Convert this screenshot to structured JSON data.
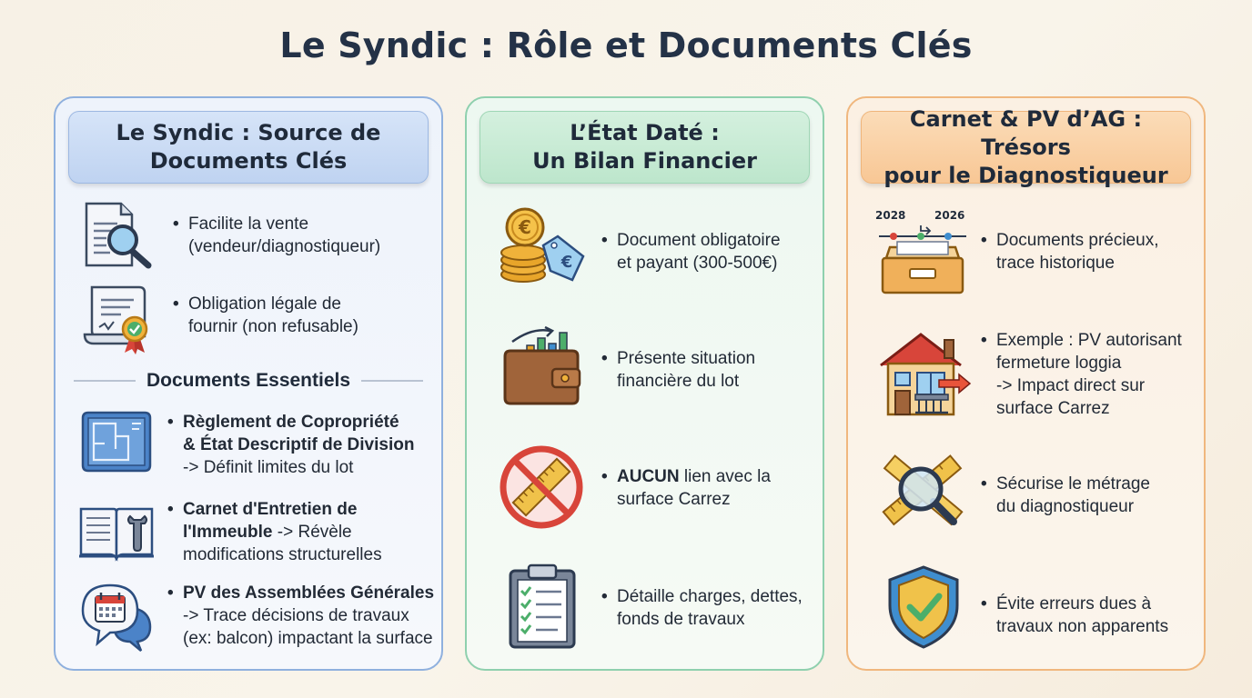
{
  "title": "Le Syndic : Rôle et Documents Clés",
  "panels": {
    "syndic": {
      "header_line1": "Le Syndic : Source de",
      "header_line2": "Documents Clés",
      "items": [
        {
          "icon": "document-search-icon",
          "lines": [
            "Facilite la vente",
            "(vendeur/diagnostiqueur)"
          ]
        },
        {
          "icon": "certificate-icon",
          "lines": [
            "Obligation légale de",
            "fournir (non refusable)"
          ]
        }
      ],
      "section_label": "Documents Essentiels",
      "docs": [
        {
          "icon": "blueprint-icon",
          "bold1": "Règlement de Copropriété",
          "bold2": "& État Descriptif de Division",
          "rest": [
            "-> Définit limites du lot"
          ]
        },
        {
          "icon": "maintenance-book-icon",
          "bold1": "Carnet d'Entretien de",
          "bold2": "l'Immeuble",
          "bold2_suffix": " -> Révèle",
          "rest": [
            "modifications structurelles"
          ]
        },
        {
          "icon": "meeting-calendar-icon",
          "bold1": "PV des Assemblées Générales",
          "rest": [
            "-> Trace décisions de travaux",
            "(ex: balcon) impactant la surface"
          ]
        }
      ]
    },
    "etat_date": {
      "header_line1": "L’État Daté :",
      "header_line2": "Un Bilan Financier",
      "items": [
        {
          "icon": "euro-coins-icon",
          "lines": [
            "Document obligatoire",
            "et payant (300-500€)"
          ]
        },
        {
          "icon": "wallet-chart-icon",
          "lines": [
            "Présente situation",
            "financière du lot"
          ]
        },
        {
          "icon": "no-ruler-icon",
          "bold": "AUCUN",
          "lines": [
            " lien avec la",
            "surface Carrez"
          ]
        },
        {
          "icon": "checklist-clipboard-icon",
          "lines": [
            "Détaille charges, dettes,",
            "fonds de travaux"
          ]
        }
      ]
    },
    "carnet_pv": {
      "header_line1": "Carnet & PV d’AG : Trésors",
      "header_line2": "pour le Diagnostiqueur",
      "timeline": {
        "left_year": "2028",
        "right_year": "2026"
      },
      "items": [
        {
          "icon": "archive-box-icon",
          "lines": [
            "Documents précieux,",
            "trace historique"
          ]
        },
        {
          "icon": "house-loggia-icon",
          "lines": [
            "Exemple : PV autorisant",
            "fermeture loggia",
            "-> Impact direct sur",
            "surface Carrez"
          ]
        },
        {
          "icon": "ruler-magnifier-icon",
          "lines": [
            "Sécurise le métrage",
            "du diagnostiqueur"
          ]
        },
        {
          "icon": "shield-check-icon",
          "lines": [
            "Évite erreurs dues à",
            "travaux non apparents"
          ]
        }
      ]
    }
  }
}
